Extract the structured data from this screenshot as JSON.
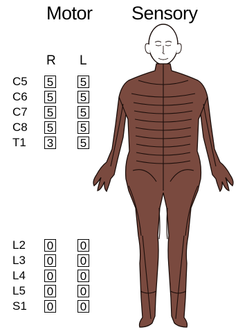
{
  "header": {
    "motor": "Motor",
    "sensory": "Sensory"
  },
  "columns": {
    "right": "R",
    "left": "L"
  },
  "upper": {
    "rows": [
      {
        "level": "C5",
        "right": "5",
        "left": "5"
      },
      {
        "level": "C6",
        "right": "5",
        "left": "5"
      },
      {
        "level": "C7",
        "right": "5",
        "left": "5"
      },
      {
        "level": "C8",
        "right": "5",
        "left": "5"
      },
      {
        "level": "T1",
        "right": "3",
        "left": "5"
      }
    ]
  },
  "lower": {
    "rows": [
      {
        "level": "L2",
        "right": "0",
        "left": "0"
      },
      {
        "level": "L3",
        "right": "0",
        "left": "0"
      },
      {
        "level": "L4",
        "right": "0",
        "left": "0"
      },
      {
        "level": "L5",
        "right": "0",
        "left": "0"
      },
      {
        "level": "S1",
        "right": "0",
        "left": "0"
      }
    ]
  },
  "colors": {
    "skin": "#7a4a3f",
    "line": "#1a0d0a"
  }
}
